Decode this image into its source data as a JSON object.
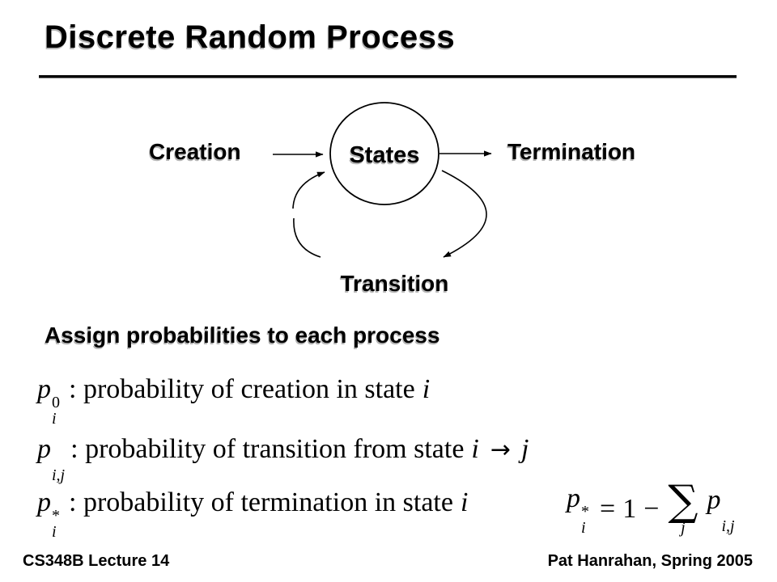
{
  "slide": {
    "title": "Discrete Random Process",
    "footer": {
      "left": "CS348B Lecture 14",
      "right": "Pat Hanrahan, Spring 2005"
    }
  },
  "diagram": {
    "node": "States",
    "creation": "Creation",
    "termination": "Termination",
    "transition": "Transition"
  },
  "content": {
    "heading": "Assign probabilities to each process",
    "definitions": [
      {
        "base": "p",
        "sup": "0",
        "sub": "i",
        "desc": ": probability of creation in state",
        "var1": "i"
      },
      {
        "base": "p",
        "sup": "",
        "sub": "i,j",
        "desc": ": probability of transition from state",
        "var1": "i",
        "arrow": "→",
        "var2": "j"
      },
      {
        "base": "p",
        "sup": "*",
        "sub": "i",
        "desc": ": probability of termination in state",
        "var1": "i"
      }
    ],
    "equation": {
      "lhs_base": "p",
      "lhs_sup": "*",
      "lhs_sub": "i",
      "equals": "=",
      "one": "1",
      "minus": "−",
      "sum": "∑",
      "sum_index": "j",
      "rhs_base": "p",
      "rhs_sup": "",
      "rhs_sub": "i,j"
    }
  },
  "colors": {
    "text": "#000000",
    "background": "#ffffff",
    "shadow": "#b5b5b5"
  }
}
